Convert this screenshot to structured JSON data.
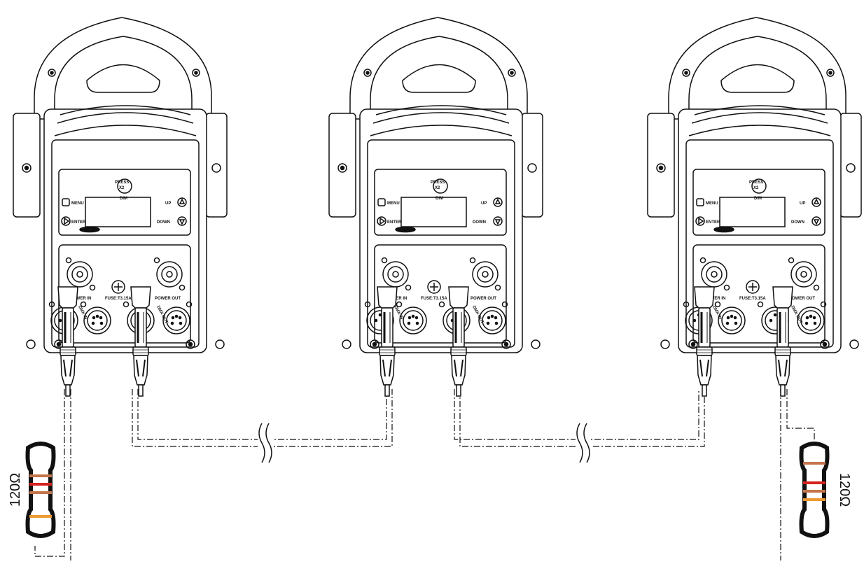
{
  "fixture": {
    "press_label": "PRESS",
    "press_x2_label": "X2",
    "dim_label": "DIM",
    "menu_label": "MENU",
    "enter_label": "ENTER",
    "up_label": "UP",
    "down_label": "DOWN",
    "power_in_label": "POWER IN",
    "power_out_label": "POWER OUT",
    "fuse_label": "FUSE:T3.15A",
    "dmx_in_label": "DMX IN",
    "dmx_out_label": "DMX OUT"
  },
  "terminators": {
    "left": {
      "value_label": "120Ω"
    },
    "right": {
      "value_label": "120Ω"
    }
  },
  "colors": {
    "line": "#111111",
    "band_brown": "#c5754a",
    "band_red": "#d6231e",
    "band_orange": "#ee9a34",
    "accent": "#ef7c5a"
  }
}
